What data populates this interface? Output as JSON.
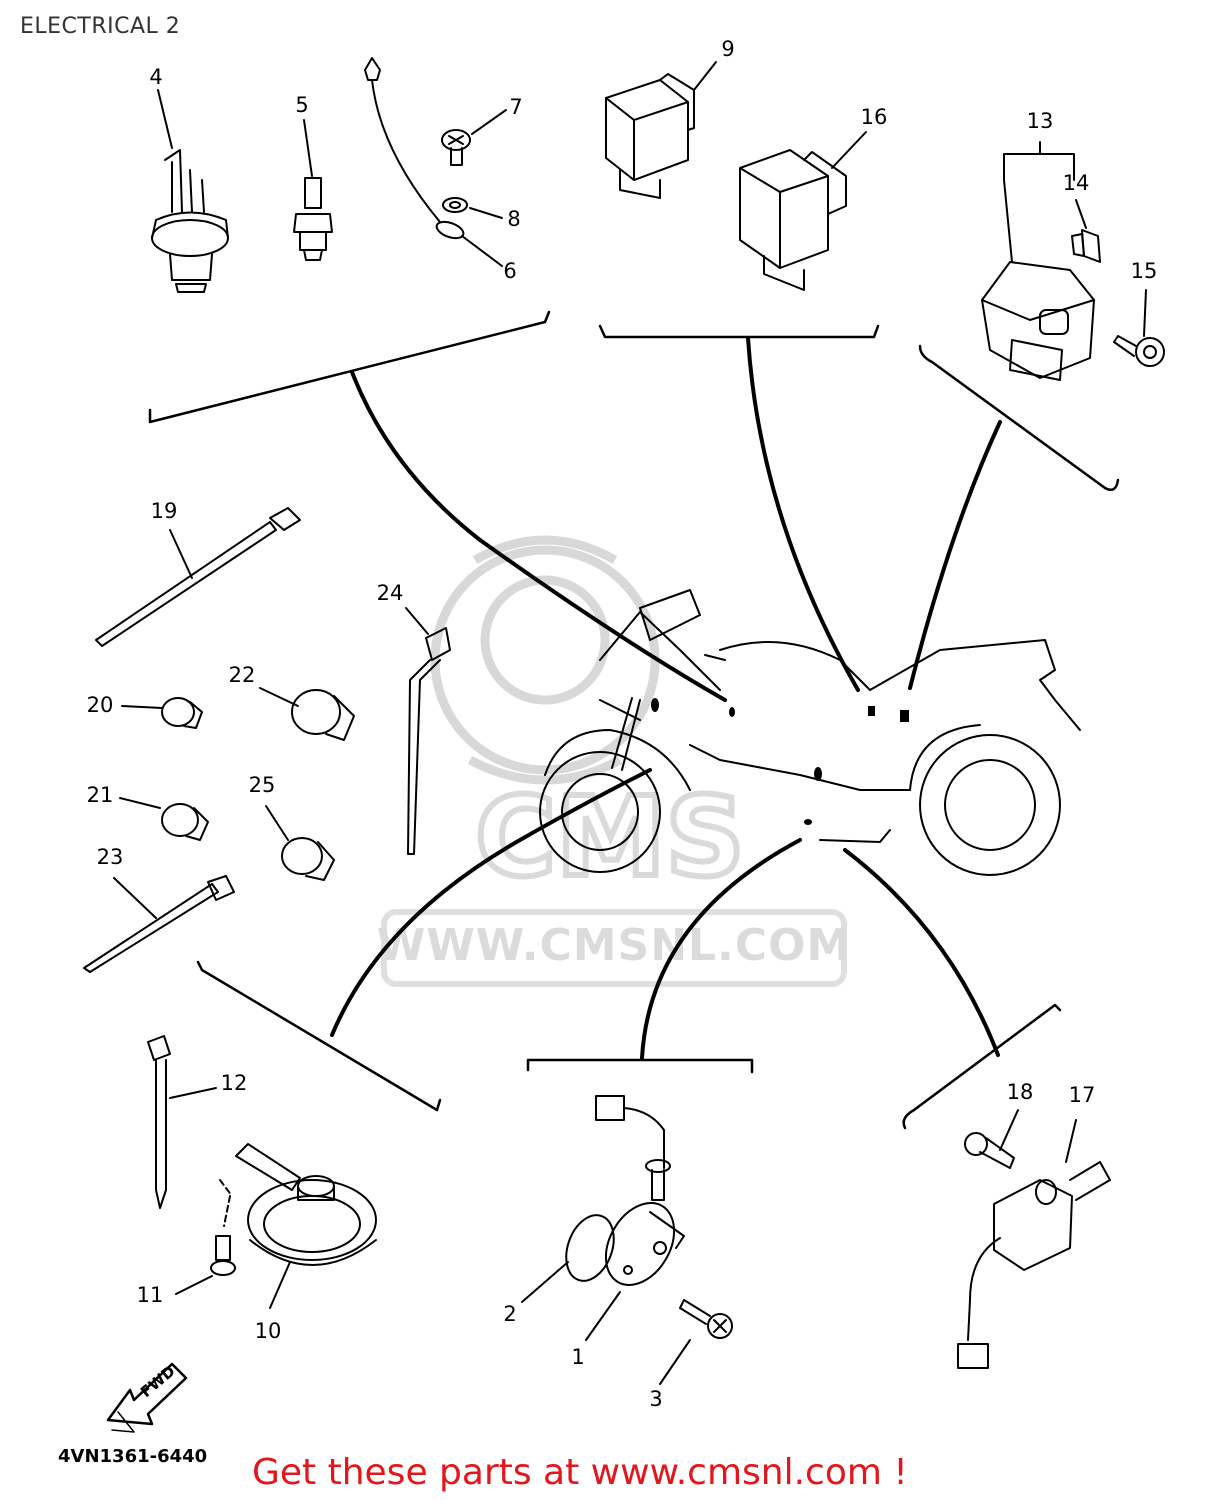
{
  "diagram": {
    "title": "ELECTRICAL 2",
    "drawing_code": "4VN1361-6440",
    "fwd_label": "FWD",
    "callouts": [
      "1",
      "2",
      "3",
      "4",
      "5",
      "6",
      "7",
      "8",
      "9",
      "10",
      "11",
      "12",
      "13",
      "14",
      "15",
      "16",
      "17",
      "18",
      "19",
      "20",
      "21",
      "22",
      "23",
      "24",
      "25"
    ]
  },
  "watermark": {
    "logo_text": "CMS",
    "url_text": "WWW.CMSNL.COM"
  },
  "footer": {
    "link_text": "Get these parts at www.cmsnl.com !",
    "link_color": "#e3171b"
  },
  "icons": [
    "fwd-arrow-icon",
    "cms-logo-icon"
  ]
}
